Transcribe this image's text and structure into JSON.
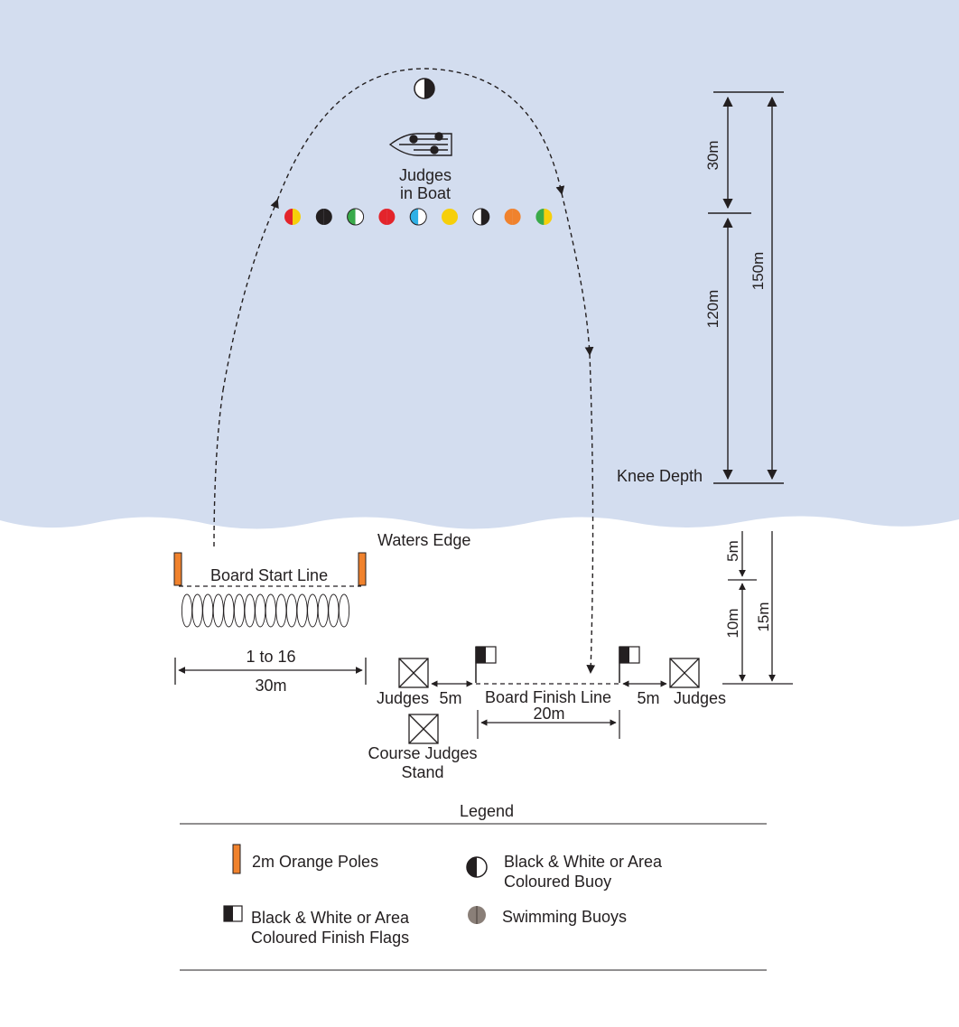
{
  "colors": {
    "water": "#d3ddef",
    "sand": "#ffffff",
    "ink": "#231f20",
    "orange": "#f0822d",
    "red": "#e3242b",
    "yellow": "#f6cf0a",
    "green": "#3aaa4a",
    "light_blue": "#2fb0e6",
    "grey_buoy": "#8a7f78"
  },
  "water": {
    "judges_boat_label_1": "Judges",
    "judges_boat_label_2": "in Boat",
    "dimension_30m": "30m",
    "dimension_120m": "120m",
    "dimension_150m": "150m",
    "knee_depth": "Knee Depth",
    "buoys": [
      {
        "left": "red",
        "right": "yellow"
      },
      {
        "left": "black",
        "right": "black"
      },
      {
        "left": "green",
        "right": "white"
      },
      {
        "left": "red",
        "right": "red"
      },
      {
        "left": "light-blue",
        "right": "white"
      },
      {
        "left": "yellow",
        "right": "yellow"
      },
      {
        "left": "white",
        "right": "black"
      },
      {
        "left": "orange",
        "right": "orange"
      },
      {
        "left": "green",
        "right": "yellow"
      }
    ]
  },
  "beach": {
    "waters_edge": "Waters Edge",
    "board_start_line": "Board Start Line",
    "positions": "1 to 16",
    "start_width": "30m",
    "judges_left": "Judges",
    "judges_right": "Judges",
    "gap_left": "5m",
    "gap_right": "5m",
    "board_finish_line": "Board Finish Line",
    "finish_width": "20m",
    "course_judges_stand_1": "Course Judges",
    "course_judges_stand_2": "Stand",
    "dimension_5m": "5m",
    "dimension_10m": "10m",
    "dimension_15m": "15m",
    "competitor_count": 16
  },
  "legend": {
    "title": "Legend",
    "orange_poles": "2m Orange Poles",
    "buoy_line_1": "Black & White or Area",
    "buoy_line_2": "Coloured Buoy",
    "flags_line_1": "Black & White or Area",
    "flags_line_2": "Coloured Finish Flags",
    "swimming_buoys": "Swimming Buoys"
  }
}
